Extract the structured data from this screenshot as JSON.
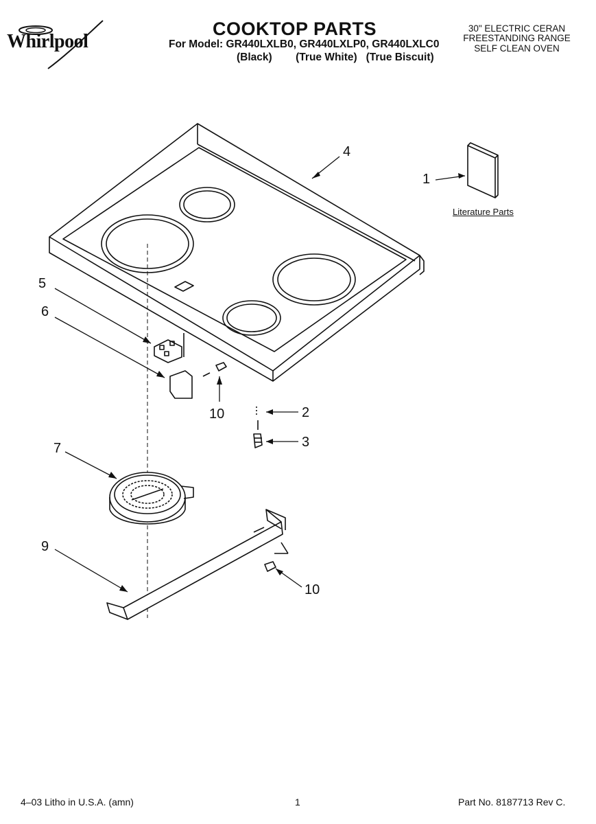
{
  "brand": {
    "name": "Whirlpool"
  },
  "header": {
    "title": "COOKTOP PARTS",
    "models": "For Model: GR440LXLB0, GR440LXLP0, GR440LXLC0",
    "colors": "(Black)        (True White)   (True Biscuit)",
    "range_lines": [
      "30\" ELECTRIC CERAN",
      "FREESTANDING RANGE",
      "SELF CLEAN OVEN"
    ]
  },
  "diagram": {
    "callouts": {
      "c1": "1",
      "c2": "2",
      "c3": "3",
      "c4": "4",
      "c5": "5",
      "c6": "6",
      "c7": "7",
      "c9": "9",
      "c10a": "10",
      "c10b": "10"
    },
    "literature_label": "Literature Parts"
  },
  "footer": {
    "left": "4–03 Litho in U.S.A. (amn)",
    "center": "1",
    "right": "Part No. 8187713 Rev C."
  }
}
